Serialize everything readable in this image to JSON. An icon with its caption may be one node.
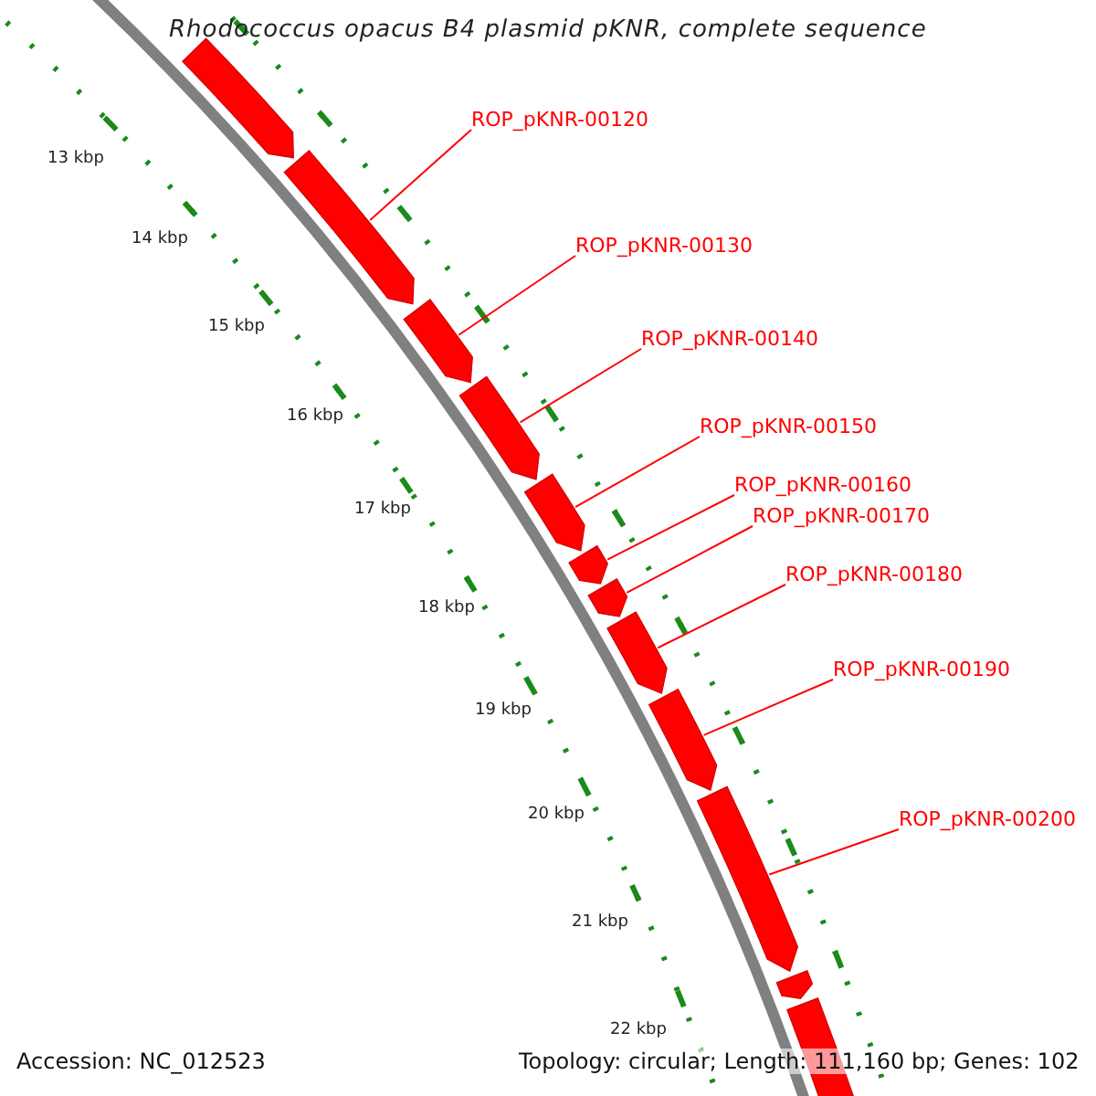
{
  "diagram": {
    "title": "Rhodococcus opacus B4 plasmid pKNR, complete sequence",
    "nodes": [
      {
        "text": [],
        "shape": "arrow"
      },
      {
        "text": [],
        "shape": "arrow"
      },
      {
        "text": [],
        "shape": "arrow"
      },
      {
        "text": [],
        "shape": "arrow"
      },
      {
        "text": [],
        "shape": "arrow"
      },
      {
        "text": [],
        "shape": "arrow"
      },
      {
        "text": [],
        "shape": "arrow"
      },
      {
        "text": [],
        "shape": "arrow"
      },
      {
        "text": [],
        "shape": "arrow"
      },
      {
        "text": [],
        "shape": "arrow"
      },
      {
        "text": [],
        "shape": "arrow"
      },
      {
        "text": [],
        "shape": "arrow"
      },
      {
        "text": [
          "ROP_pKNR-00120"
        ]
      },
      {
        "text": [
          "ROP_pKNR-00130"
        ]
      },
      {
        "text": [
          "ROP_pKNR-00140"
        ]
      },
      {
        "text": [
          "ROP_pKNR-00150"
        ]
      },
      {
        "text": [
          "ROP_pKNR-00160"
        ]
      },
      {
        "text": [
          "ROP_pKNR-00170"
        ]
      },
      {
        "text": [
          "ROP_pKNR-00180"
        ]
      },
      {
        "text": [
          "ROP_pKNR-00190"
        ]
      },
      {
        "text": [
          "ROP_pKNR-00200"
        ]
      }
    ],
    "edges": [
      {
        "from": 12,
        "to": 1,
        "arrow": "none"
      },
      {
        "from": 13,
        "to": 2,
        "arrow": "none"
      },
      {
        "from": 14,
        "to": 3,
        "arrow": "none"
      },
      {
        "from": 15,
        "to": 4,
        "arrow": "none"
      },
      {
        "from": 16,
        "to": 5,
        "arrow": "none"
      },
      {
        "from": 17,
        "to": 6,
        "arrow": "none"
      },
      {
        "from": 18,
        "to": 7,
        "arrow": "none"
      },
      {
        "from": 19,
        "to": 8,
        "arrow": "none"
      },
      {
        "from": 20,
        "to": 9,
        "arrow": "none"
      }
    ],
    "labels": [
      "13 kbp",
      "14 kbp",
      "15 kbp",
      "16 kbp",
      "17 kbp",
      "18 kbp",
      "19 kbp",
      "20 kbp",
      "21 kbp",
      "22 kbp",
      "Accession: NC_012523",
      "Topology: circular; Length: 111,160 bp; Genes: 102"
    ]
  }
}
